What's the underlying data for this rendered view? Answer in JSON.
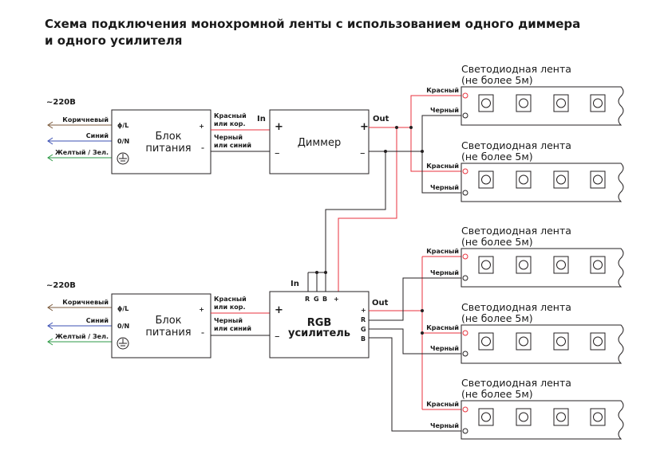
{
  "title": {
    "line1": "Схема подключения монохромной ленты с использованием одного диммера",
    "line2": "и одного усилителя"
  },
  "mains": {
    "voltage": "~220В",
    "wires": [
      "Коричневый",
      "Синий",
      "Желтый / Зел."
    ],
    "terminals": [
      "ϕ/L",
      "0/N"
    ]
  },
  "psu": {
    "name_line1": "Блок",
    "name_line2": "питания",
    "plus": "+",
    "minus": "–"
  },
  "psu_out": {
    "red_line1": "Красный",
    "red_line2_top": "или кор.",
    "red_line2_bottom": "или кор.",
    "black_line1": "Черный",
    "black_line2": "или синий"
  },
  "dimmer": {
    "name": "Диммер",
    "in_label": "In",
    "out_label": "Out",
    "plus": "+",
    "minus": "–"
  },
  "amplifier": {
    "name_line1": "RGB",
    "name_line2": "усилитель",
    "in_label": "In",
    "out_label": "Out",
    "in_pins": [
      "R",
      "G",
      "B",
      "+"
    ],
    "out_pins": [
      "+",
      "R",
      "G",
      "B"
    ],
    "plus": "+",
    "minus": "–"
  },
  "strip": {
    "name_line1": "Светодиодная лента",
    "name_line2": "(не более 5м)",
    "red": "Красный",
    "black": "Черный"
  },
  "colors": {
    "red_wire": "#e8323c",
    "black_wire": "#231f20",
    "brown_wire": "#7b5a3c",
    "blue_wire": "#3b4fb3",
    "green_wire": "#2e9a47"
  }
}
